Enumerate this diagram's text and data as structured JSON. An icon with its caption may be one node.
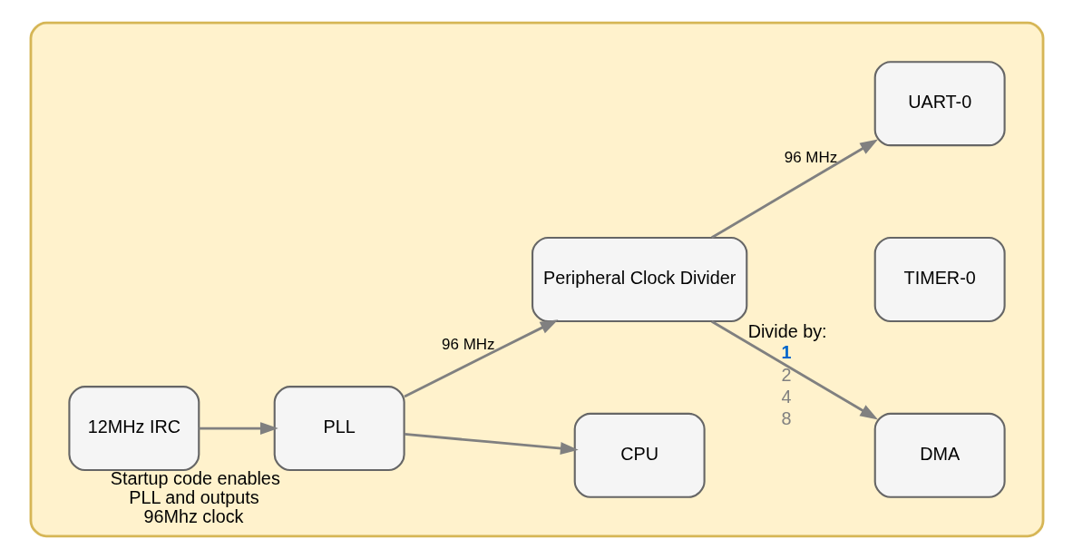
{
  "diagram": {
    "nodes": [
      {
        "text": [],
        "shape": "box"
      },
      {
        "text": [
          "12MHz IRC"
        ],
        "in": 0
      },
      {
        "text": [
          "PLL"
        ],
        "in": 0,
        "beside": [
          "Startup code enables PLL and outputs 96Mhz clock"
        ]
      },
      {
        "text": [
          "CPU"
        ],
        "in": 0
      },
      {
        "text": [
          "Peripheral Clock Divider"
        ],
        "in": 0,
        "beside": [
          "Divide by:",
          "1",
          "2",
          "4",
          "8"
        ]
      },
      {
        "text": [
          "DMA"
        ],
        "in": 0
      },
      {
        "text": [
          "TIMER-0"
        ],
        "in": 0
      },
      {
        "text": [
          "UART-0"
        ],
        "in": 0
      }
    ],
    "edges": [
      {
        "from": 1,
        "to": 2,
        "arrow": "to"
      },
      {
        "from": 2,
        "to": 3,
        "arrow": "to"
      },
      {
        "from": 2,
        "to": 4,
        "arrow": "to",
        "label": "96 MHz"
      },
      {
        "from": 4,
        "to": 5,
        "arrow": "to"
      },
      {
        "from": 4,
        "to": 7,
        "arrow": "to",
        "label": "96 MHz"
      }
    ]
  }
}
